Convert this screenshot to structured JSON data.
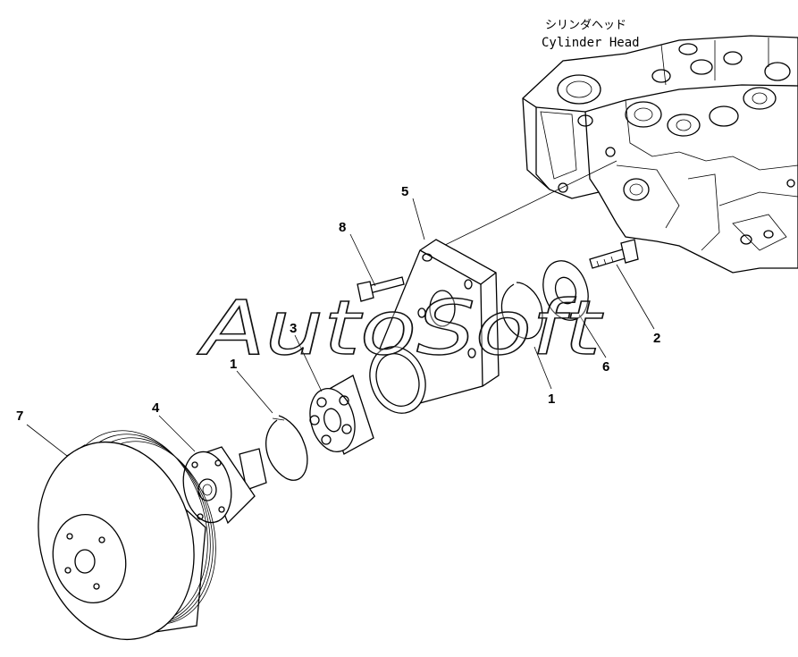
{
  "header": {
    "label_jp": "シリンダヘッド",
    "label_en": "Cylinder Head"
  },
  "watermark": "AutoSoft",
  "callouts": {
    "c1a": "1",
    "c1b": "1",
    "c2": "2",
    "c3": "3",
    "c4": "4",
    "c5": "5",
    "c6": "6",
    "c7": "7",
    "c8": "8"
  }
}
